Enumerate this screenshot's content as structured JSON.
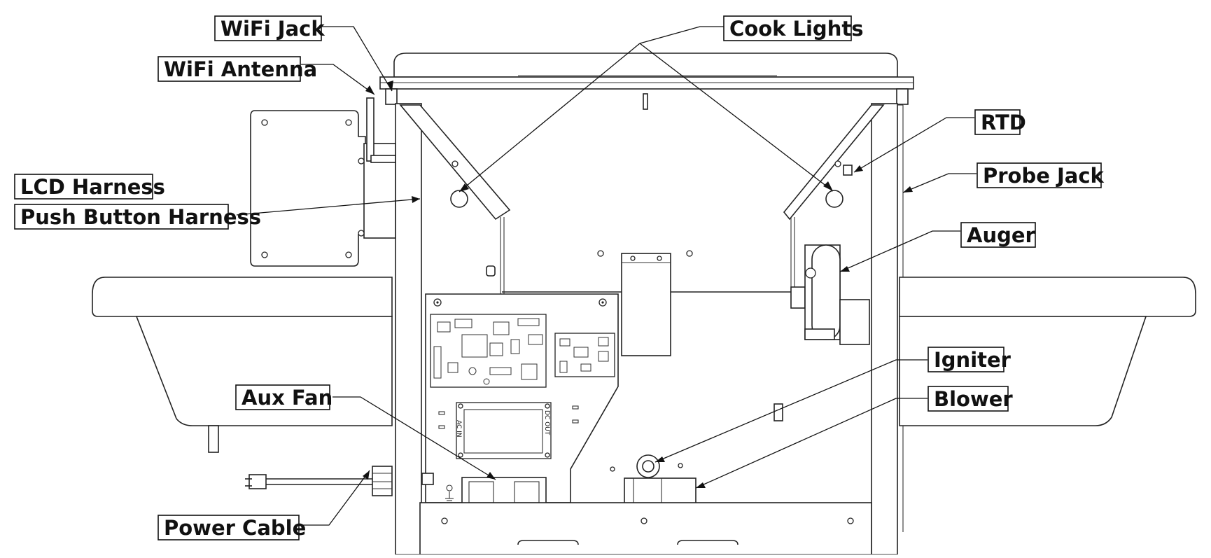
{
  "labels": {
    "wifi_jack": "WiFi Jack",
    "wifi_antenna": "WiFi Antenna",
    "lcd_harness": "LCD Harness",
    "push_button_harness": "Push Button Harness",
    "aux_fan": "Aux Fan",
    "power_cable": "Power Cable",
    "cook_lights": "Cook Lights",
    "rtd": "RTD",
    "probe_jack": "Probe Jack",
    "auger": "Auger",
    "igniter": "Igniter",
    "blower": "Blower"
  },
  "psu": {
    "ac_in": "AC IN",
    "dc_out": "DC OUT"
  },
  "colors": {
    "line": "#222222",
    "background": "#ffffff"
  }
}
